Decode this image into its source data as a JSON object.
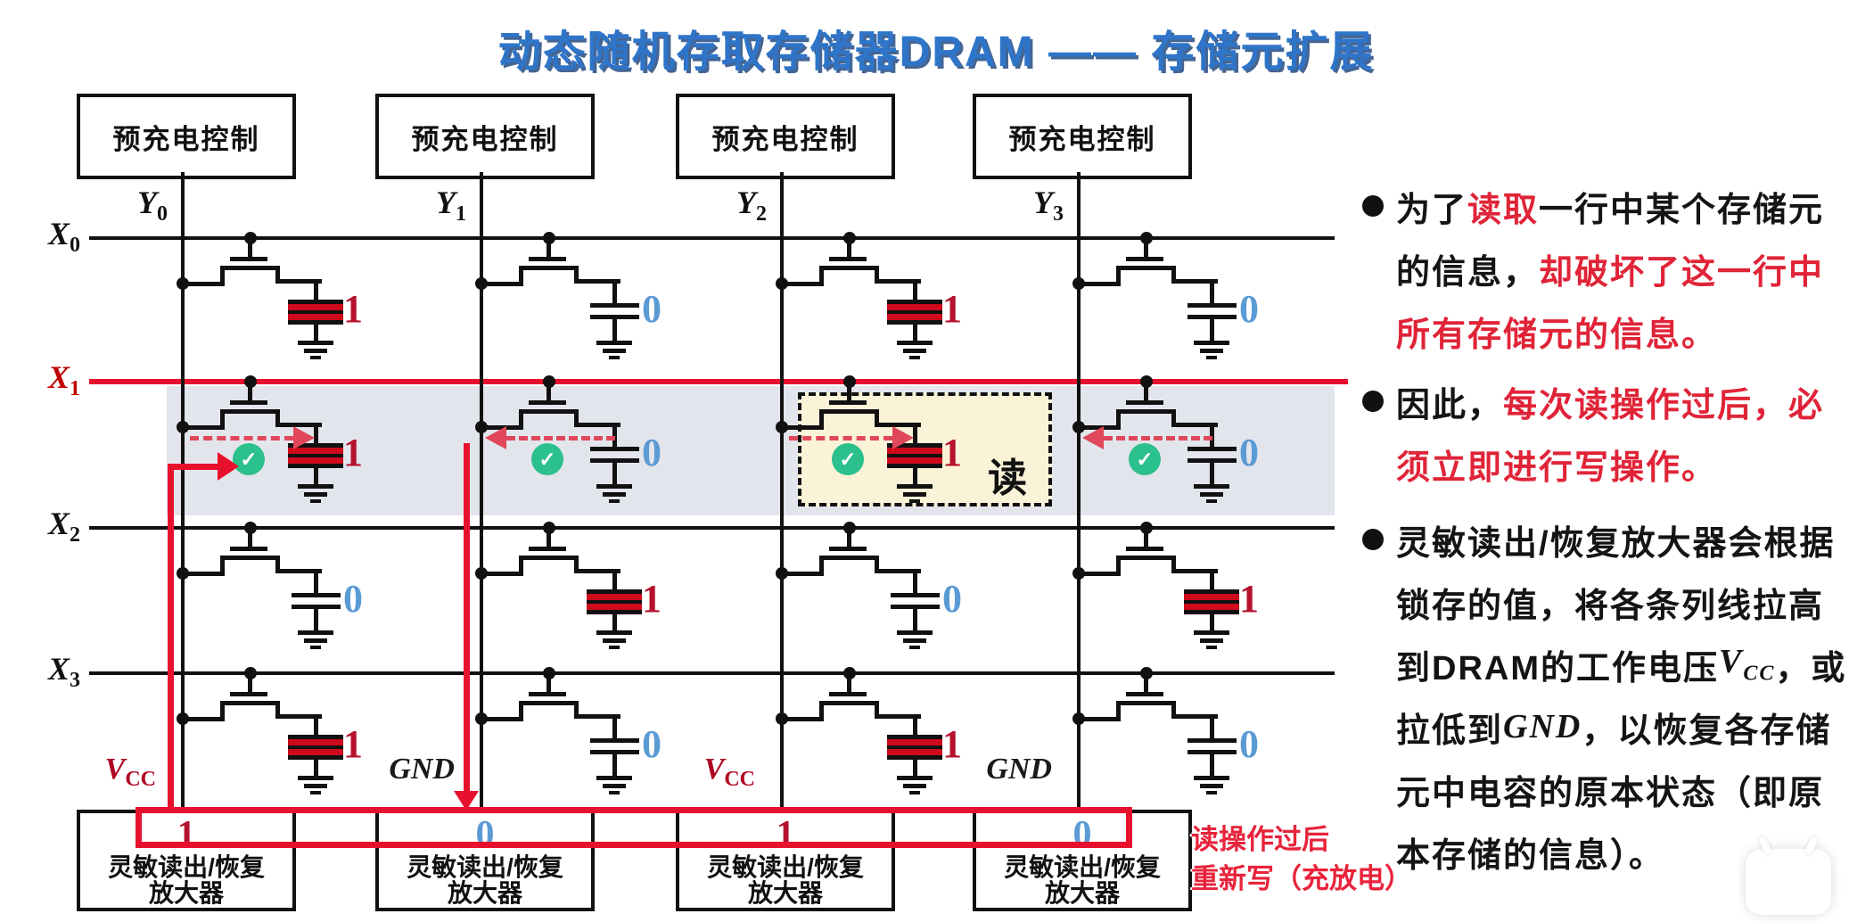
{
  "title": "动态随机存取存储器DRAM —— 存储元扩展",
  "colors": {
    "title_blue": "#2E75C9",
    "accent_red": "#E8112D",
    "dark_red": "#B5122E",
    "value_one": "#B5122E",
    "value_zero": "#5B9BD5",
    "check_green": "#2BC08C",
    "band_gray": "#E3E5ED",
    "readbox_bg": "#FBF3D8",
    "dashed_pink": "#E0475A",
    "text_red": "#E02438",
    "line_black": "#111111",
    "cap_red": "#CE0A1C"
  },
  "grid": {
    "precharge_label": "预充电控制",
    "col_labels": [
      {
        "base": "Y",
        "sub": "0"
      },
      {
        "base": "Y",
        "sub": "1"
      },
      {
        "base": "Y",
        "sub": "2"
      },
      {
        "base": "Y",
        "sub": "3"
      }
    ],
    "row_labels": [
      {
        "base": "X",
        "sub": "0",
        "active": false
      },
      {
        "base": "X",
        "sub": "1",
        "active": true
      },
      {
        "base": "X",
        "sub": "2",
        "active": false
      },
      {
        "base": "X",
        "sub": "3",
        "active": false
      }
    ],
    "cells": [
      {
        "row": 0,
        "col": 0,
        "value": "1",
        "checked": false,
        "arrow": null
      },
      {
        "row": 0,
        "col": 1,
        "value": "0",
        "checked": false,
        "arrow": null
      },
      {
        "row": 0,
        "col": 2,
        "value": "1",
        "checked": false,
        "arrow": null
      },
      {
        "row": 0,
        "col": 3,
        "value": "0",
        "checked": false,
        "arrow": null
      },
      {
        "row": 1,
        "col": 0,
        "value": "1",
        "checked": true,
        "arrow": "right"
      },
      {
        "row": 1,
        "col": 1,
        "value": "0",
        "checked": true,
        "arrow": "left"
      },
      {
        "row": 1,
        "col": 2,
        "value": "1",
        "checked": true,
        "arrow": "right"
      },
      {
        "row": 1,
        "col": 3,
        "value": "0",
        "checked": true,
        "arrow": "left"
      },
      {
        "row": 2,
        "col": 0,
        "value": "0",
        "checked": false,
        "arrow": null
      },
      {
        "row": 2,
        "col": 1,
        "value": "1",
        "checked": false,
        "arrow": null
      },
      {
        "row": 2,
        "col": 2,
        "value": "0",
        "checked": false,
        "arrow": null
      },
      {
        "row": 2,
        "col": 3,
        "value": "1",
        "checked": false,
        "arrow": null
      },
      {
        "row": 3,
        "col": 0,
        "value": "1",
        "checked": false,
        "arrow": null
      },
      {
        "row": 3,
        "col": 1,
        "value": "0",
        "checked": false,
        "arrow": null
      },
      {
        "row": 3,
        "col": 2,
        "value": "1",
        "checked": false,
        "arrow": null
      },
      {
        "row": 3,
        "col": 3,
        "value": "0",
        "checked": false,
        "arrow": null
      }
    ]
  },
  "read_box": {
    "label": "读"
  },
  "bottom": {
    "rail_labels": [
      {
        "base": "V",
        "sub": "CC",
        "color": "#B00020"
      },
      {
        "base": "GND",
        "sub": "",
        "color": "#1a1a1a"
      },
      {
        "base": "V",
        "sub": "CC",
        "color": "#B00020"
      },
      {
        "base": "GND",
        "sub": "",
        "color": "#1a1a1a"
      }
    ],
    "amp_label_lines": [
      "灵敏读出/恢复",
      "放大器"
    ],
    "amp_values": [
      {
        "value": "1",
        "color": "#B5122E"
      },
      {
        "value": "0",
        "color": "#5B9BD5"
      },
      {
        "value": "1",
        "color": "#B5122E"
      },
      {
        "value": "0",
        "color": "#5B9BD5"
      }
    ]
  },
  "annotation": {
    "lines": [
      "读操作过后",
      "重新写（充放电）"
    ]
  },
  "bullets": [
    {
      "lines": [
        [
          {
            "t": "为了",
            "c": "k"
          },
          {
            "t": "读取",
            "c": "r"
          },
          {
            "t": "一行中某个存储元",
            "c": "k"
          }
        ],
        [
          {
            "t": "的信息，",
            "c": "k"
          },
          {
            "t": "却破坏了这一行中",
            "c": "r"
          }
        ],
        [
          {
            "t": "所有存储元的信息。",
            "c": "r"
          }
        ]
      ]
    },
    {
      "lines": [
        [
          {
            "t": "因此，",
            "c": "k"
          },
          {
            "t": "每次读操作过后，必",
            "c": "r"
          }
        ],
        [
          {
            "t": "须立即进行写操作。",
            "c": "r"
          }
        ]
      ]
    },
    {
      "lines": [
        [
          {
            "t": "灵敏读出/恢复放大器会根据",
            "c": "k"
          }
        ],
        [
          {
            "t": "锁存的值，将各条列线拉高",
            "c": "k"
          }
        ],
        [
          {
            "t": "到DRAM的工作电压",
            "c": "k"
          },
          {
            "t": "V",
            "c": "k",
            "m": 1,
            "sub": "CC"
          },
          {
            "t": "，或",
            "c": "k"
          }
        ],
        [
          {
            "t": "拉低到",
            "c": "k"
          },
          {
            "t": "GND",
            "c": "k",
            "m": 1,
            "sub": ""
          },
          {
            "t": "，以恢复各存储",
            "c": "k"
          }
        ],
        [
          {
            "t": "元中电容的原本状态（即原",
            "c": "k"
          }
        ],
        [
          {
            "t": "本存储的信息）。",
            "c": "k"
          }
        ]
      ]
    }
  ]
}
